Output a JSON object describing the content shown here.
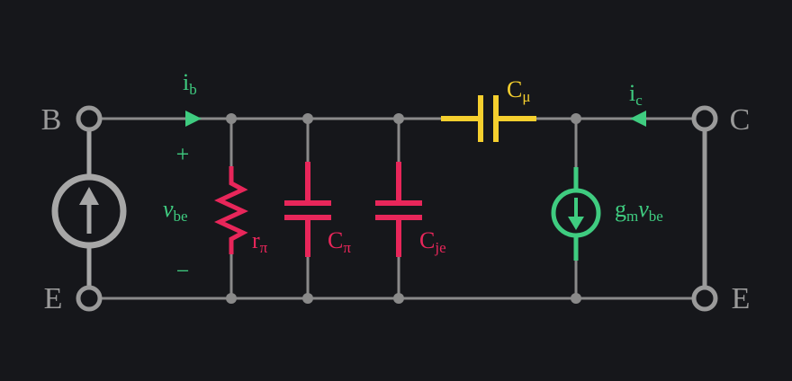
{
  "colors": {
    "background": "#16171b",
    "wire": "#8a8a8a",
    "terminal": "#9a9a9a",
    "source_left": "#a7a7a7",
    "pink": "#e8265a",
    "green": "#3fcc80",
    "yellow": "#f5cf2e"
  },
  "terminals": {
    "base": "B",
    "collector": "C",
    "emitter_left": "E",
    "emitter_right": "E"
  },
  "currents": {
    "ib": {
      "main": "i",
      "sub": "b"
    },
    "ic": {
      "main": "i",
      "sub": "c"
    }
  },
  "vbe": {
    "plus": "+",
    "minus": "−",
    "main": "v",
    "sub": "be"
  },
  "components": {
    "r_pi": {
      "main": "r",
      "sub": "π"
    },
    "c_pi": {
      "main": "C",
      "sub": "π"
    },
    "c_je": {
      "main": "C",
      "sub": "je"
    },
    "c_mu": {
      "main": "C",
      "sub": "μ"
    },
    "gm_source": {
      "g": "g",
      "g_sub": "m",
      "v": "v",
      "v_sub": "be"
    }
  }
}
